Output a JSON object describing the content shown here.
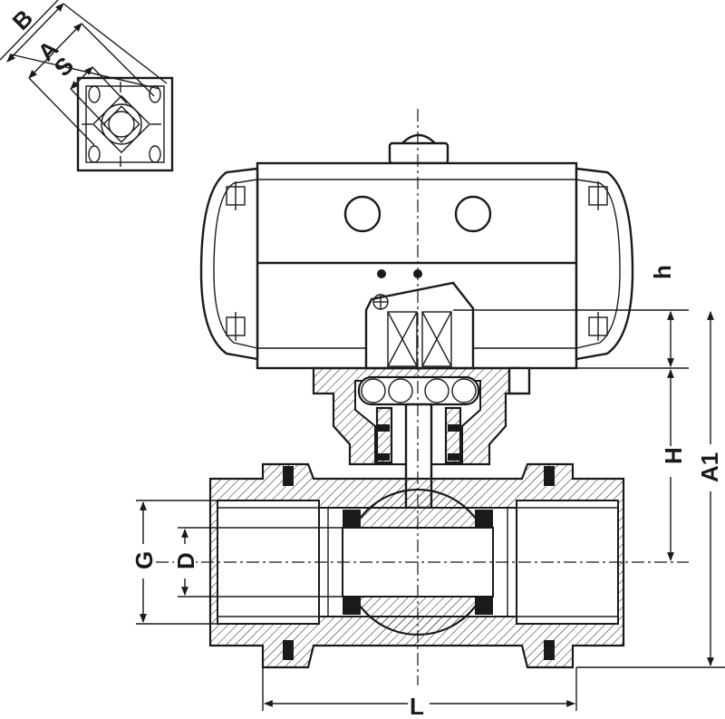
{
  "labels": {
    "B": "B",
    "A": "A",
    "S": "S",
    "h": "h",
    "H": "H",
    "A1": "A1",
    "G": "G",
    "D": "D",
    "L": "L"
  },
  "colors": {
    "line": "#1a1a1a",
    "background": "#ffffff"
  }
}
